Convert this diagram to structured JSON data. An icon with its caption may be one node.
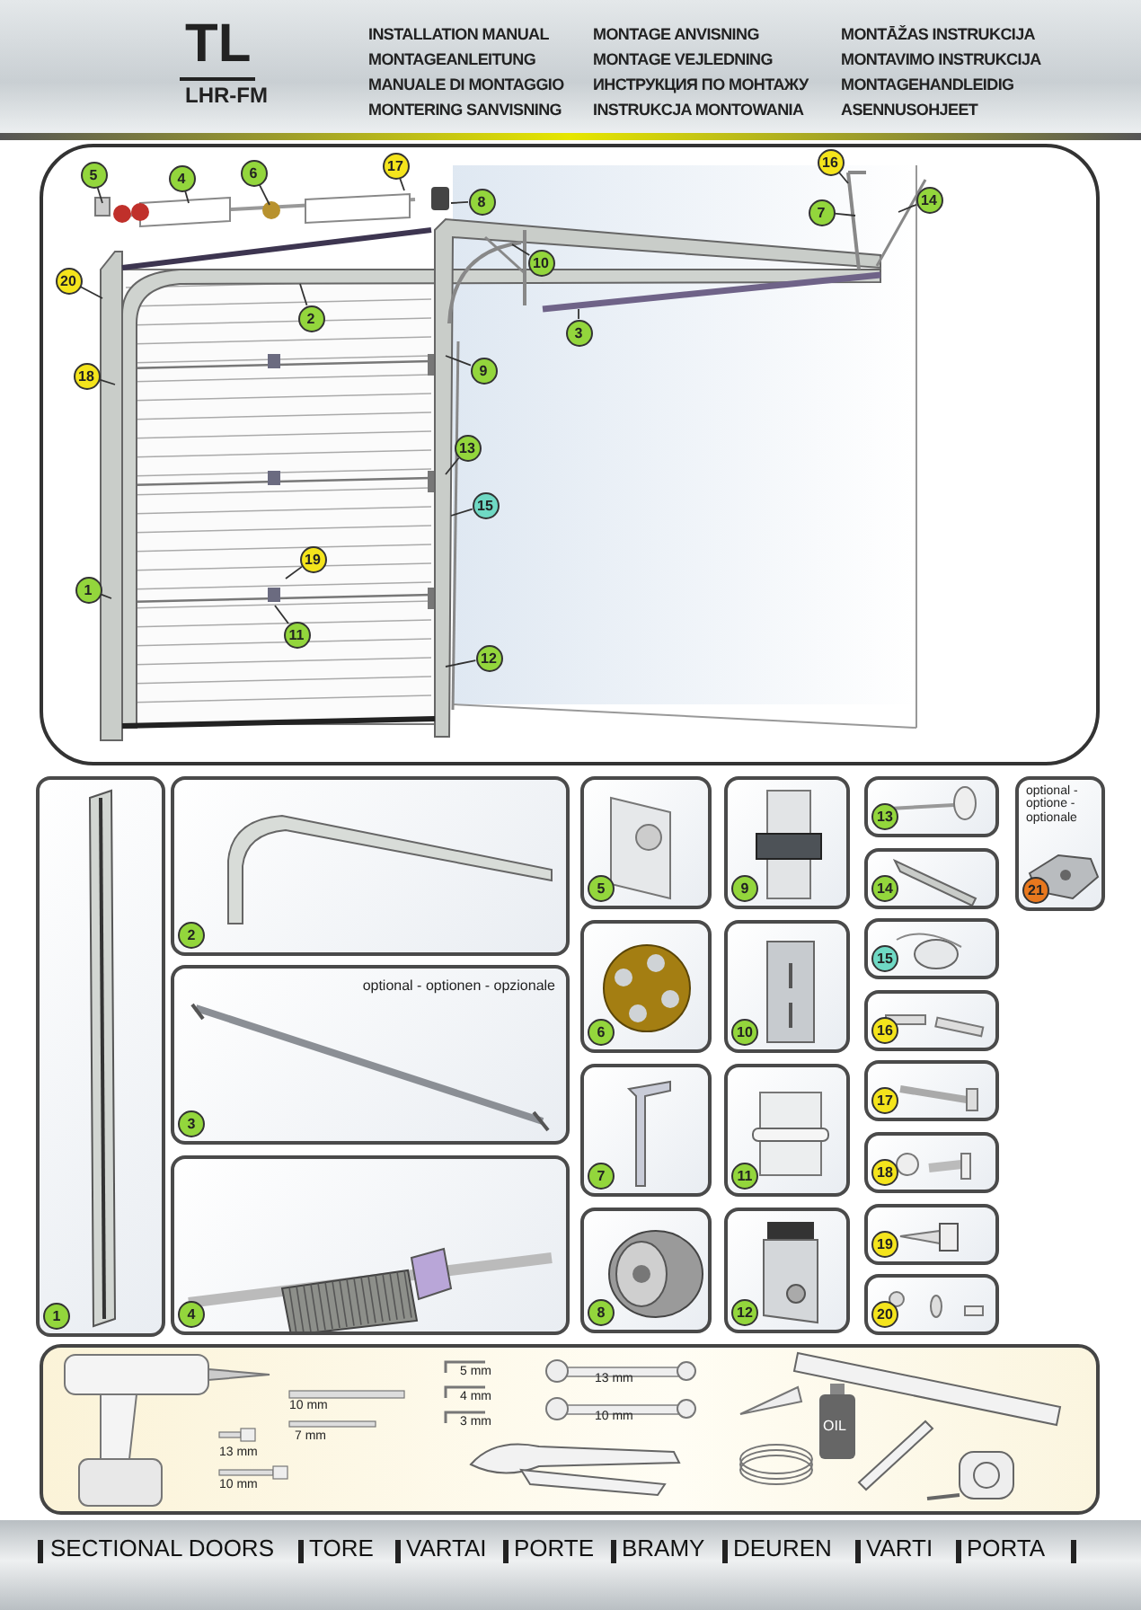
{
  "diagram": {
    "nodes": [
      {
        "text": [
          "5"
        ]
      },
      {
        "text": [
          "4"
        ]
      },
      {
        "text": [
          "6"
        ]
      },
      {
        "text": [
          "17"
        ]
      },
      {
        "text": [
          "8"
        ]
      },
      {
        "text": [
          "16"
        ]
      },
      {
        "text": [
          "14"
        ]
      },
      {
        "text": [
          "7"
        ]
      },
      {
        "text": [
          "20"
        ]
      },
      {
        "text": [
          "10"
        ]
      },
      {
        "text": [
          "2"
        ]
      },
      {
        "text": [
          "3"
        ]
      },
      {
        "text": [
          "18"
        ]
      },
      {
        "text": [
          "9"
        ]
      },
      {
        "text": [
          "13"
        ]
      },
      {
        "text": [
          "15"
        ]
      },
      {
        "text": [
          "19"
        ]
      },
      {
        "text": [
          "1"
        ]
      },
      {
        "text": [
          "11"
        ]
      },
      {
        "text": [
          "12"
        ]
      },
      {
        "text": [
          "1"
        ]
      },
      {
        "text": [
          "2"
        ]
      },
      {
        "text": [
          "optional - optionen - opzionale",
          "3"
        ]
      },
      {
        "text": [
          "4"
        ]
      },
      {
        "text": [
          "5"
        ]
      },
      {
        "text": [
          "6"
        ]
      },
      {
        "text": [
          "7"
        ]
      },
      {
        "text": [
          "8"
        ]
      },
      {
        "text": [
          "9"
        ]
      },
      {
        "text": [
          "10"
        ]
      },
      {
        "text": [
          "11"
        ]
      },
      {
        "text": [
          "12"
        ]
      },
      {
        "text": [
          "13"
        ]
      },
      {
        "text": [
          "14"
        ]
      },
      {
        "text": [
          "15"
        ]
      },
      {
        "text": [
          "16"
        ]
      },
      {
        "text": [
          "17"
        ]
      },
      {
        "text": [
          "18"
        ]
      },
      {
        "text": [
          "19"
        ]
      },
      {
        "text": [
          "20"
        ]
      },
      {
        "text": [
          "optional - optione - optionale",
          "21"
        ]
      }
    ],
    "edges": [
      {
        "from": 0,
        "to": null,
        "arrow": "none"
      },
      {
        "from": 1,
        "to": null,
        "arrow": "none"
      },
      {
        "from": 2,
        "to": null,
        "arrow": "none"
      },
      {
        "from": 3,
        "to": null,
        "arrow": "none"
      },
      {
        "from": 4,
        "to": null,
        "arrow": "none"
      },
      {
        "from": 5,
        "to": null,
        "arrow": "none"
      },
      {
        "from": 6,
        "to": null,
        "arrow": "none"
      },
      {
        "from": 7,
        "to": null,
        "arrow": "none"
      },
      {
        "from": 8,
        "to": null,
        "arrow": "none"
      },
      {
        "from": 9,
        "to": null,
        "arrow": "none"
      },
      {
        "from": 10,
        "to": null,
        "arrow": "none"
      },
      {
        "from": 11,
        "to": null,
        "arrow": "none"
      },
      {
        "from": 12,
        "to": null,
        "arrow": "none"
      },
      {
        "from": 13,
        "to": null,
        "arrow": "none"
      },
      {
        "from": 14,
        "to": null,
        "arrow": "none"
      },
      {
        "from": 15,
        "to": null,
        "arrow": "none"
      },
      {
        "from": 16,
        "to": null,
        "arrow": "none"
      },
      {
        "from": 17,
        "to": null,
        "arrow": "none"
      },
      {
        "from": 18,
        "to": null,
        "arrow": "none"
      },
      {
        "from": 19,
        "to": null,
        "arrow": "none"
      }
    ],
    "labels": [
      "TL",
      "LHR-FM",
      "INSTALLATION MANUAL",
      "MONTAGE ANVISNING",
      "MONTĀŽAS INSTRUKCIJA",
      "MONTAGEANLEITUNG",
      "MONTAGE VEJLEDNING",
      "MONTAVIMO INSTRUKCIJA",
      "MANUALE DI MONTAGGIO",
      "ИНСТРУКЦИЯ ПО МОНТАЖУ",
      "MONTAGEHANDLEIDIG",
      "MONTERING SANVISNING",
      "INSTRUKCJA MONTOWANIA",
      "ASENNUSOHJEET",
      "5 mm",
      "13 mm",
      "4 mm",
      "10 mm",
      "3 mm",
      "10 mm",
      "7 mm",
      "OIL",
      "13 mm",
      "10 mm",
      "SECTIONAL DOORS",
      "TORE",
      "VARTAI",
      "PORTE",
      "BRAMY",
      "DEUREN",
      "VARTI",
      "PORTA"
    ]
  }
}
